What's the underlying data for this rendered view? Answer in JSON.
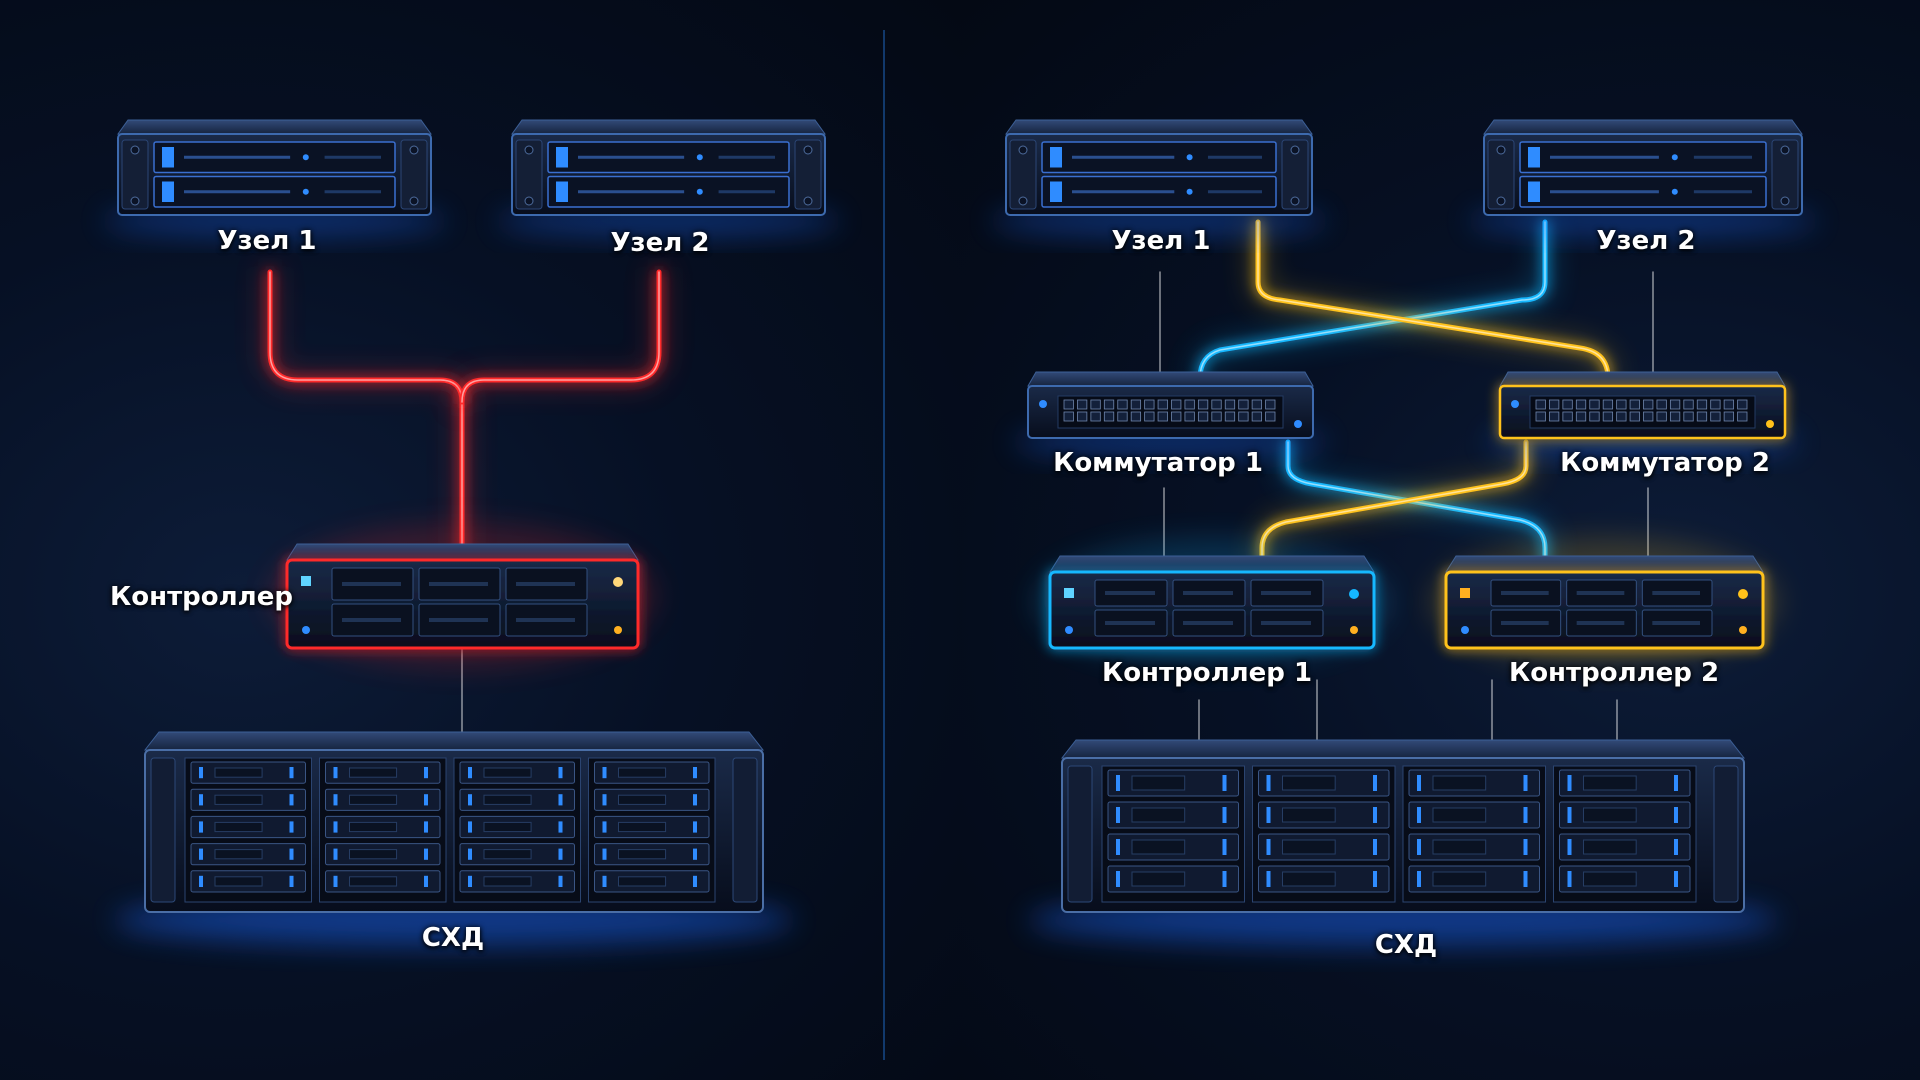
{
  "colors": {
    "background": "#050b18",
    "divider": "#1c5fb0",
    "red_link": "#ff2a2a",
    "blue_link": "#15b8ff",
    "amber_link": "#ffc21a",
    "device_body": "#0d1426",
    "device_edge": "#2d4a7a",
    "led_blue": "#2f8cff",
    "led_amber": "#ffb020"
  },
  "left": {
    "node1": "Узел 1",
    "node2": "Узел 2",
    "controller": "Контроллер",
    "storage": "СХД"
  },
  "right": {
    "node1": "Узел 1",
    "node2": "Узел 2",
    "switch1": "Коммутатор 1",
    "switch2": "Коммутатор 2",
    "controller1": "Контроллер 1",
    "controller2": "Контроллер 2",
    "storage": "СХД"
  },
  "icons": {
    "server": "rack-server-icon",
    "switch": "network-switch-icon",
    "controller": "storage-controller-icon",
    "storage": "disk-array-icon"
  }
}
